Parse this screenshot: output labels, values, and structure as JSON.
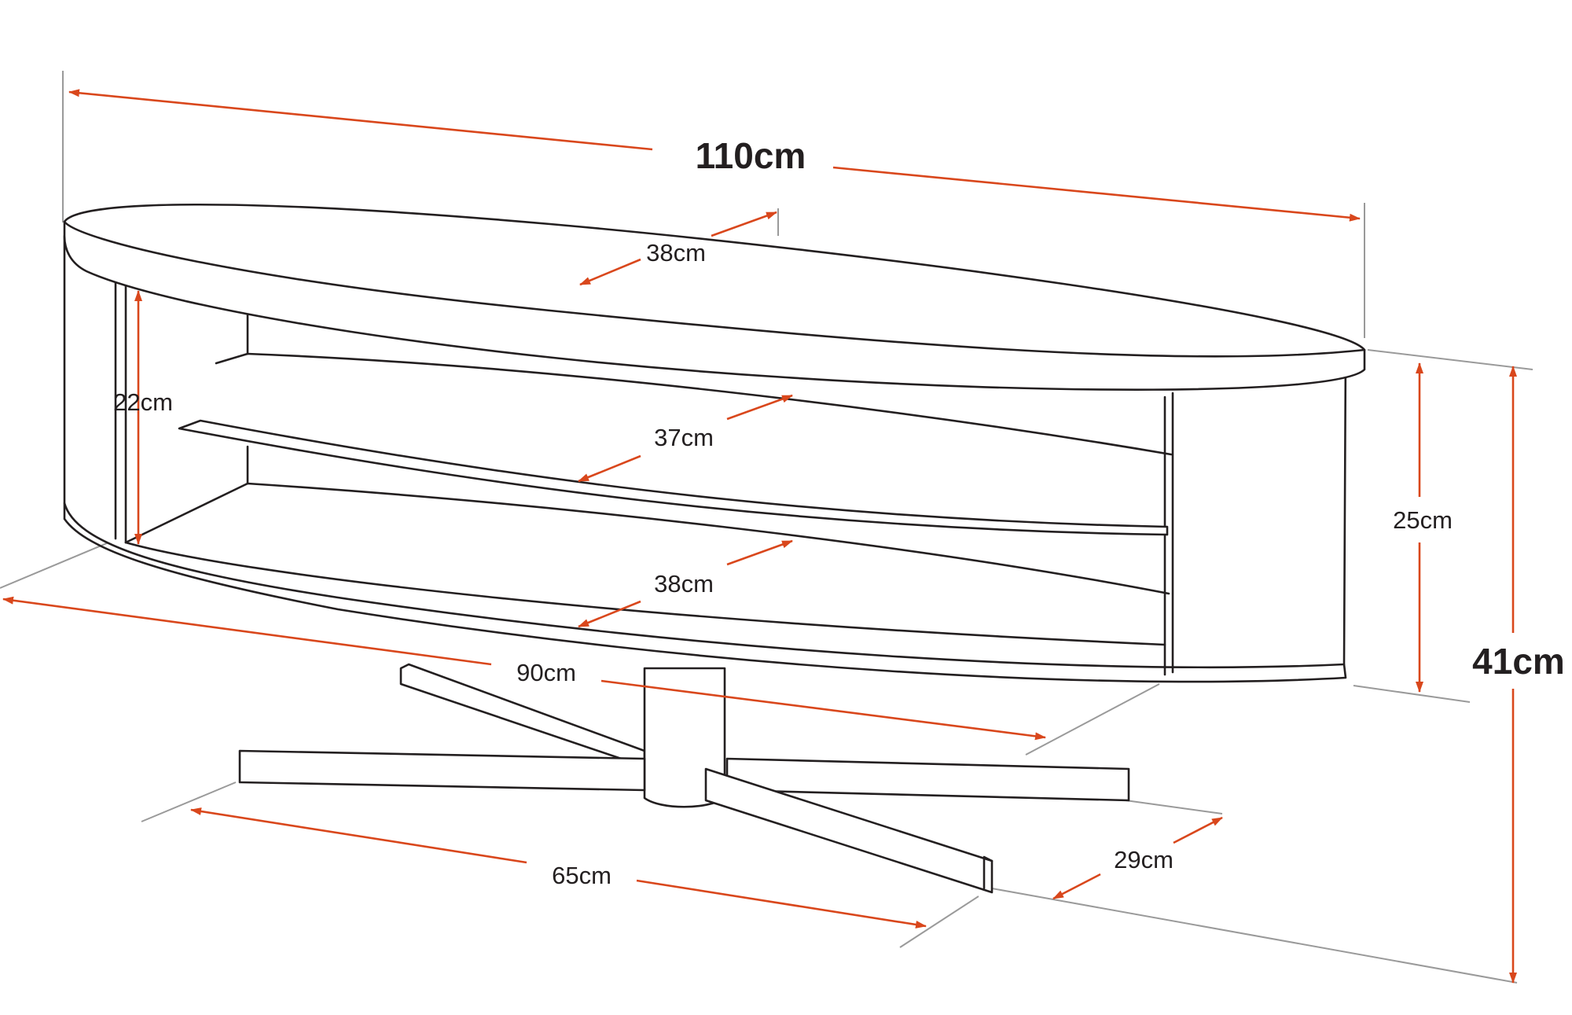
{
  "colors": {
    "accent": "#d9471c",
    "outline": "#231f20",
    "guide": "#9a9a9a",
    "background": "#ffffff"
  },
  "dimensions": {
    "overall_width": "110cm",
    "top_depth": "38cm",
    "shelf_depth": "37cm",
    "base_depth": "38cm",
    "inner_height": "22cm",
    "body_height": "25cm",
    "overall_height": "41cm",
    "foot_span": "90cm",
    "foot_length": "65cm",
    "foot_depth": "29cm"
  }
}
